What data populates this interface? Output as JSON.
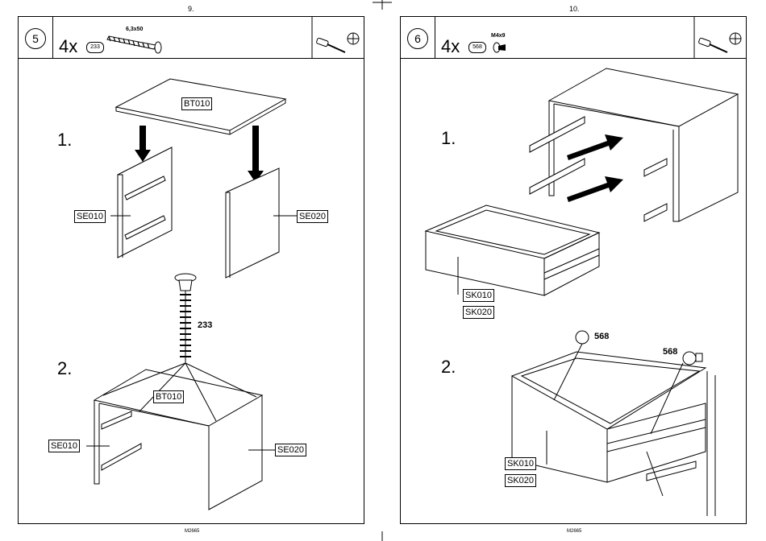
{
  "pages": {
    "left": {
      "number": "9.",
      "footer": "M2665"
    },
    "right": {
      "number": "10.",
      "footer": "M2665"
    }
  },
  "step5": {
    "step": "5",
    "quantity": "4x",
    "part": "233",
    "spec": "6,3x50",
    "sub1": "1.",
    "sub2": "2.",
    "labels": {
      "bt": "BT010",
      "se1": "SE010",
      "se2": "SE020",
      "screw": "233",
      "bt2": "BT010",
      "se1b": "SE010",
      "se2b": "SE020"
    }
  },
  "step6": {
    "step": "6",
    "quantity": "4x",
    "part": "568",
    "spec": "M4x9",
    "sub1": "1.",
    "sub2": "2.",
    "labels": {
      "sk1": "SK010",
      "sk2": "SK020",
      "screwA": "568",
      "screwB": "568",
      "sk1b": "SK010",
      "sk2b": "SK020"
    }
  },
  "icons": [
    "screwdriver-icon",
    "phillips-head-icon",
    "arrow-icon"
  ]
}
